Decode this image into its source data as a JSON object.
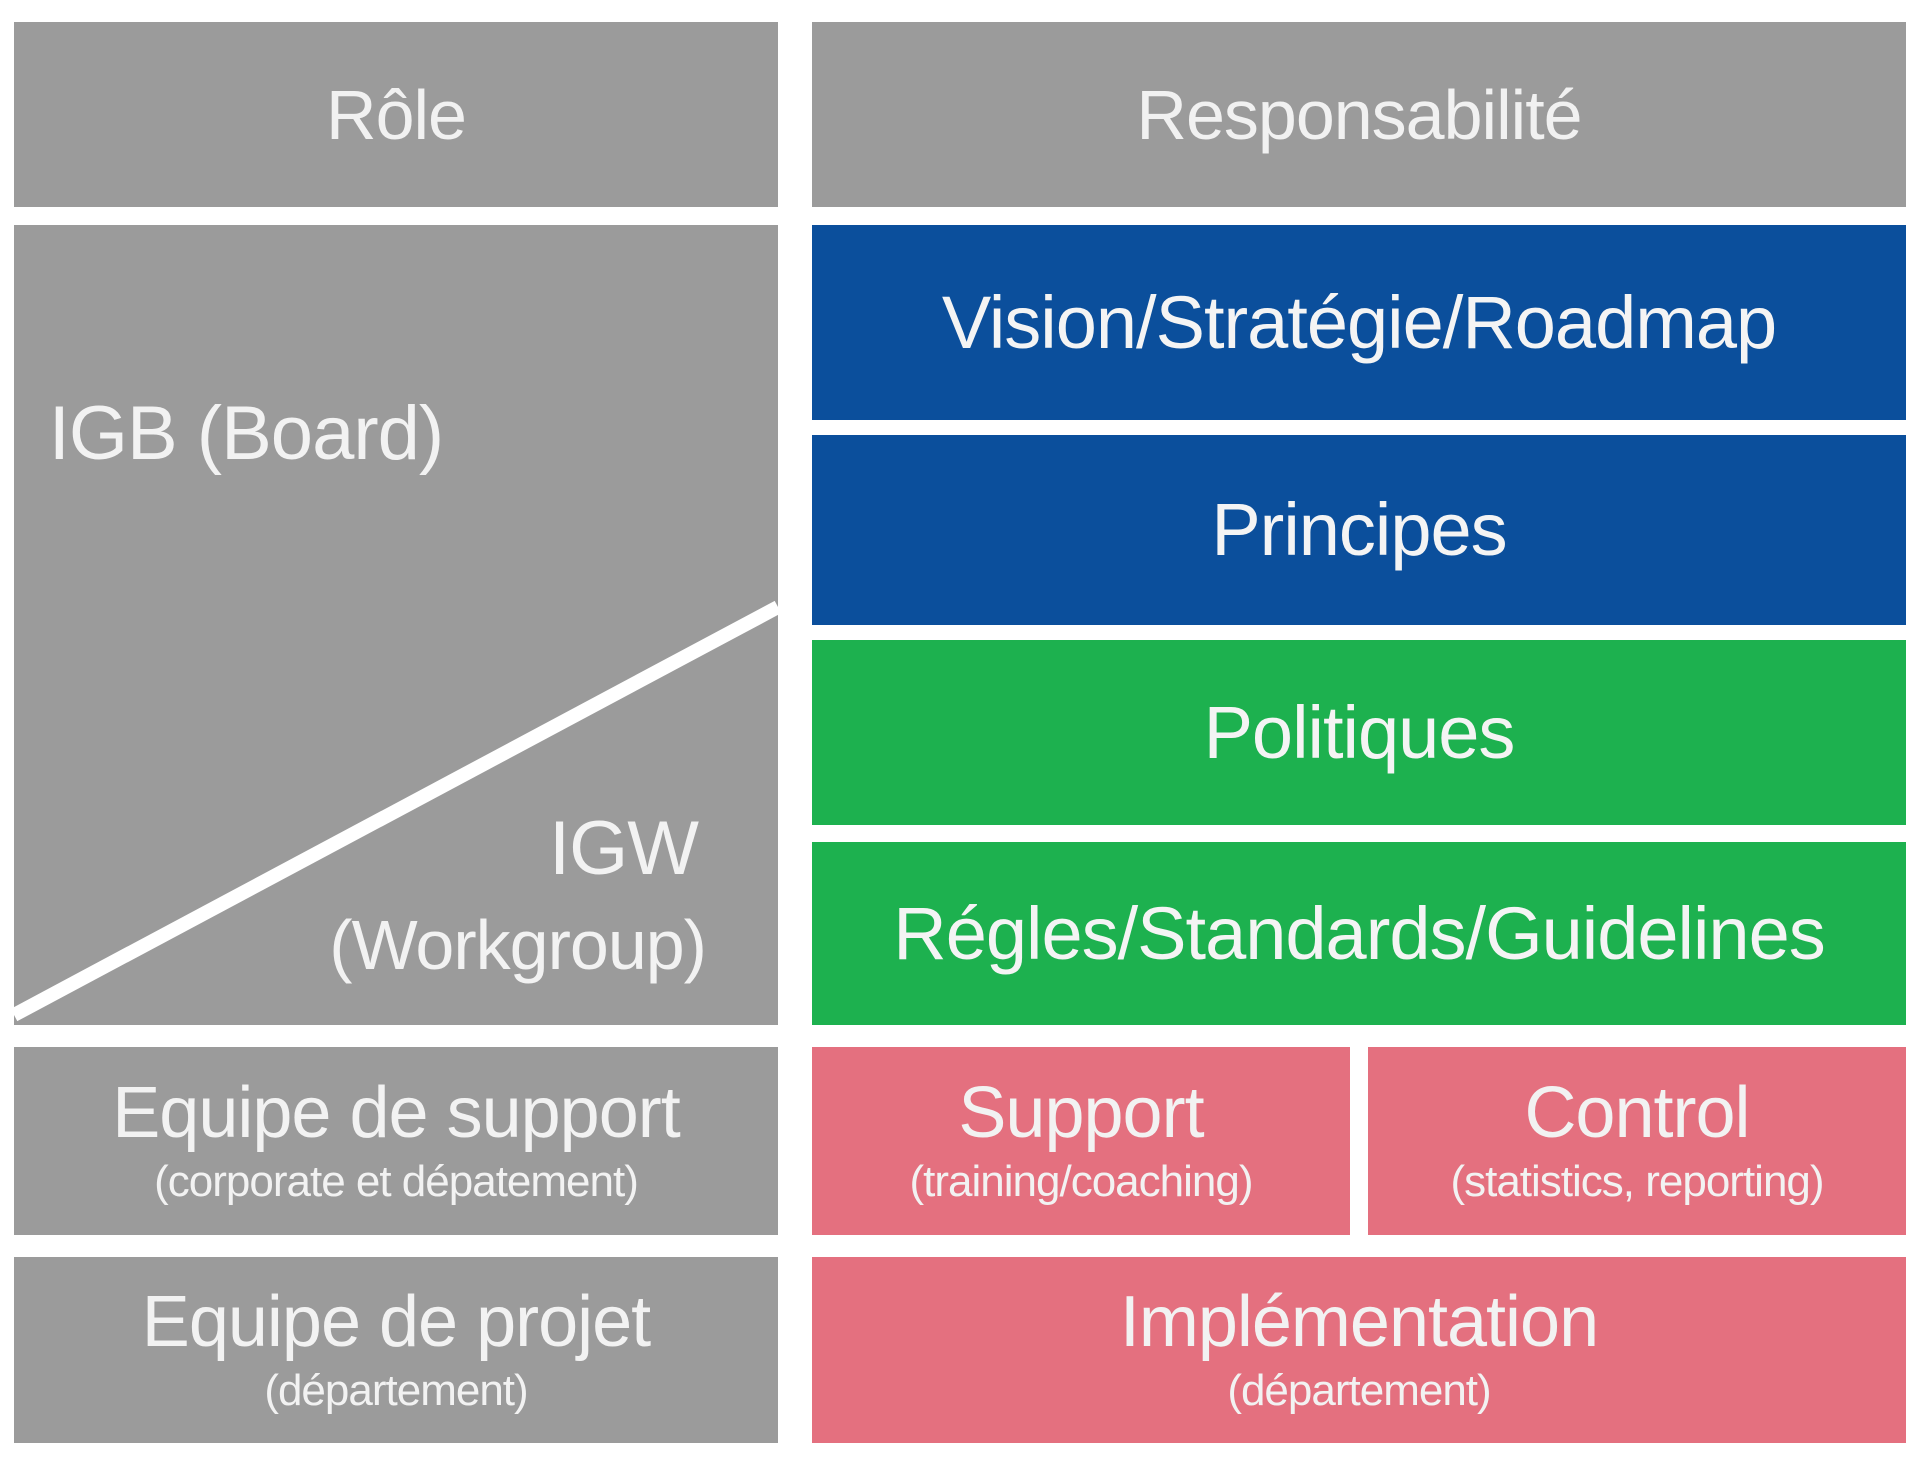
{
  "header": {
    "role_label": "Rôle",
    "responsibility_label": "Responsabilité"
  },
  "roles": {
    "board": {
      "title": "IGB (Board)"
    },
    "workgroup": {
      "title": "IGW",
      "subtitle": "(Workgroup)"
    },
    "support_team": {
      "title": "Equipe de support",
      "subtitle": "(corporate et dépatement)"
    },
    "project_team": {
      "title": "Equipe de projet",
      "subtitle": "(département)"
    }
  },
  "responsibilities": {
    "vision": "Vision/Stratégie/Roadmap",
    "principles": "Principes",
    "policies": "Politiques",
    "rules": "Régles/Standards/Guidelines",
    "support": {
      "title": "Support",
      "subtitle": "(training/coaching)"
    },
    "control": {
      "title": "Control",
      "subtitle": "(statistics, reporting)"
    },
    "implementation": {
      "title": "Implémentation",
      "subtitle": "(département)"
    }
  },
  "colors": {
    "grey": "#9b9b9b",
    "blue": "#0b4f9c",
    "green": "#1db14f",
    "pink": "#e4707f"
  }
}
